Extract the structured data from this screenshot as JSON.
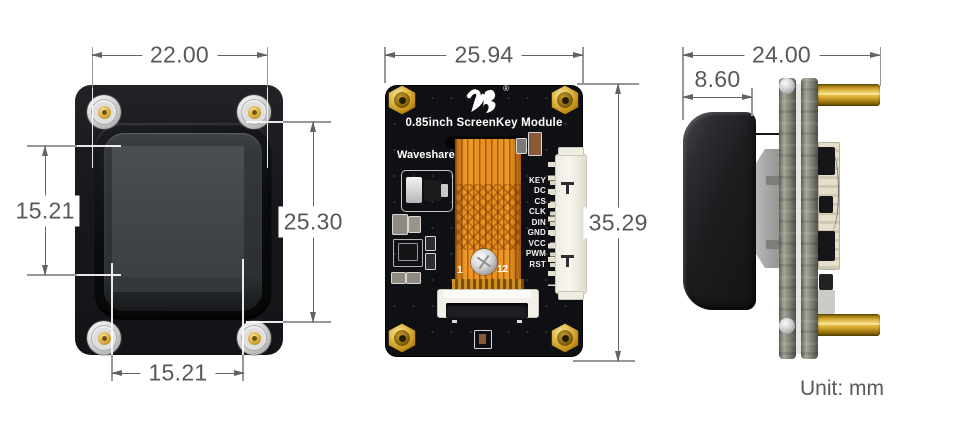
{
  "front_view": {
    "dim_width": "22.00",
    "dim_display_height": "15.21",
    "dim_height": "25.30",
    "dim_display_width": "15.21"
  },
  "back_view": {
    "dim_width": "25.94",
    "dim_height": "35.29",
    "brand": "Waveshare",
    "logo_glyph": "W",
    "logo_reg": "®",
    "title": "0.85inch ScreenKey Module",
    "pins": [
      "KEY",
      "DC",
      "CS",
      "CLK",
      "DIN",
      "GND",
      "VCC",
      "PWM",
      "RST"
    ],
    "fpc_first": "1",
    "fpc_last": "12"
  },
  "side_view": {
    "dim_width": "24.00",
    "dim_cap": "8.60"
  },
  "footer": {
    "unit_label": "Unit: mm"
  },
  "colors": {
    "dimension_lines": "#626366",
    "pcb_black": "#0f1013",
    "fpc_orange": "#e88e1e",
    "standoff_gold": "#ddb441",
    "silkscreen_white": "#ffffff"
  }
}
